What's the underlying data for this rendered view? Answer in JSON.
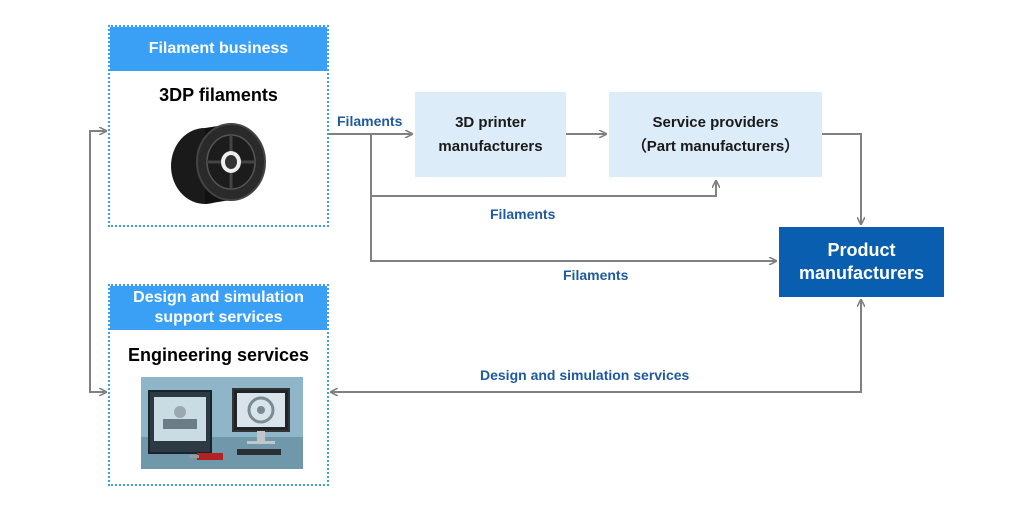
{
  "filament_frame": {
    "header": "Filament business",
    "title": "3DP filaments"
  },
  "engineering_frame": {
    "header_line1": "Design and simulation",
    "header_line2": "support services",
    "title": "Engineering services"
  },
  "boxes": {
    "printer_line1": "3D printer",
    "printer_line2": "manufacturers",
    "service_line1": "Service providers",
    "service_line2": "（Part manufacturers）",
    "product_line1": "Product",
    "product_line2": "manufacturers"
  },
  "flow_labels": {
    "filaments_top": "Filaments",
    "filaments_middle": "Filaments",
    "filaments_bottom": "Filaments",
    "design_services": "Design and simulation services"
  },
  "colors": {
    "frame_header": "#3aa0f5",
    "light_box": "#dcecf8",
    "dark_box": "#0a5eb0",
    "label_text": "#1e5aa0",
    "arrow": "#808080"
  }
}
